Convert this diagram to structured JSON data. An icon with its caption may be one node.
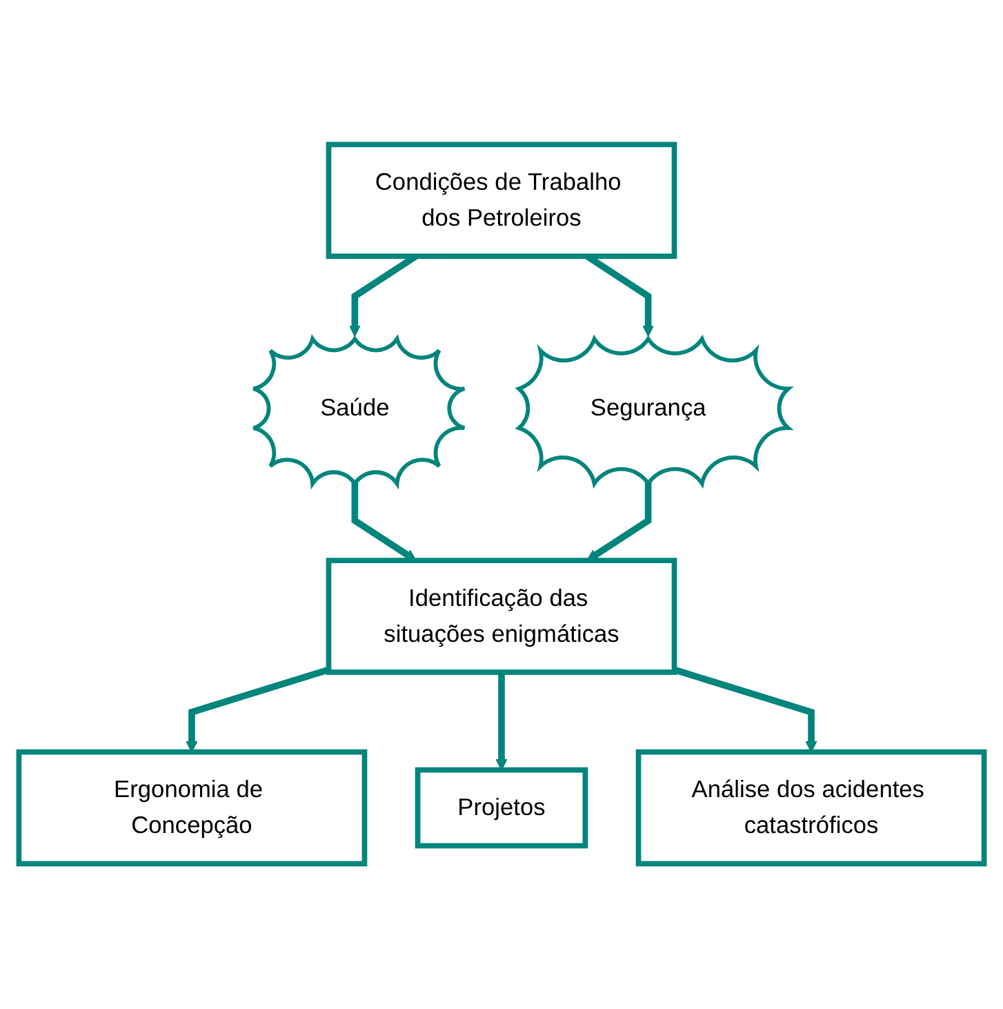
{
  "diagram": {
    "nodes": [
      {
        "text": [
          "Condições de Trabalho dos Petroleiros"
        ]
      },
      {
        "text": [
          "Saúde"
        ]
      },
      {
        "text": [
          "Segurança"
        ]
      },
      {
        "text": [
          "Identificação das situações enigmáticas"
        ]
      },
      {
        "text": [
          "Ergonomia de Concepção"
        ]
      },
      {
        "text": [
          "Projetos"
        ]
      },
      {
        "text": [
          "Análise dos acidentes catastróficos"
        ]
      }
    ],
    "edges": [
      {
        "from": 0,
        "to": 1,
        "arrow": "to"
      },
      {
        "from": 0,
        "to": 2,
        "arrow": "to"
      },
      {
        "from": 1,
        "to": 3,
        "arrow": "to"
      },
      {
        "from": 2,
        "to": 3,
        "arrow": "to"
      },
      {
        "from": 3,
        "to": 4,
        "arrow": "to"
      },
      {
        "from": 3,
        "to": 5,
        "arrow": "to"
      },
      {
        "from": 3,
        "to": 6,
        "arrow": "to"
      }
    ]
  }
}
